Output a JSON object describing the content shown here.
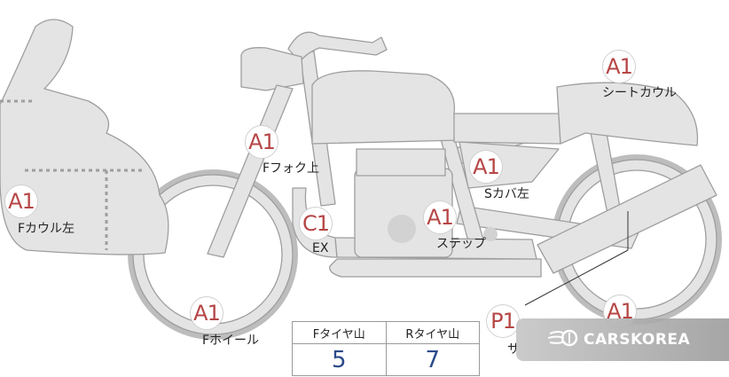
{
  "markers": {
    "fcowl_left": {
      "code": "A1",
      "label": "Fカウル左"
    },
    "ffork_upper": {
      "code": "A1",
      "label": "Fフォク上"
    },
    "exhaust": {
      "code": "C1",
      "label": "EX"
    },
    "step": {
      "code": "A1",
      "label": "ステップ"
    },
    "scover_left": {
      "code": "A1",
      "label": "Sカバ左"
    },
    "seat_cowl": {
      "code": "A1",
      "label": "シートカウル"
    },
    "fwheel": {
      "code": "A1",
      "label": "Fホイール"
    },
    "side_p1": {
      "code": "P1",
      "label": "サ"
    },
    "rwheel": {
      "code": "A1"
    }
  },
  "tread_table": {
    "front_header": "Fタイヤ山",
    "rear_header": "Rタイヤ山",
    "front_value": "5",
    "rear_value": "7"
  },
  "watermark": {
    "text": "CARSKOREA"
  },
  "colors": {
    "marker_text": "#b64646",
    "tread_value": "#2a4a8a",
    "body_fill": "#e4e4e4",
    "outline": "#9e9e9e"
  }
}
